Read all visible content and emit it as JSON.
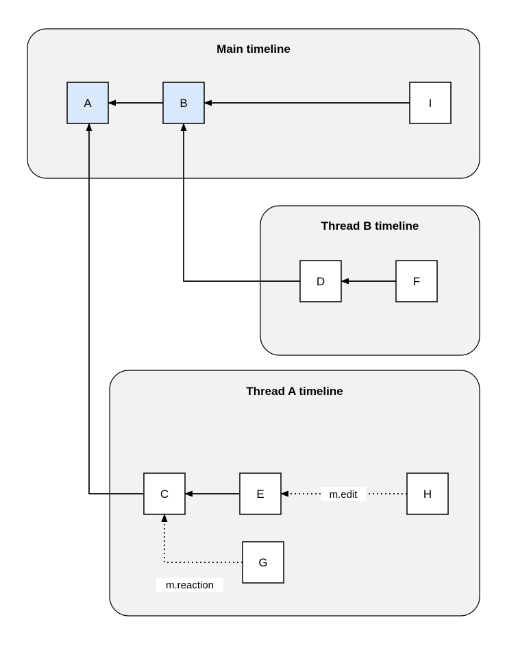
{
  "diagram": {
    "containers": [
      {
        "id": "main-timeline",
        "title": "Main timeline",
        "nodes": [
          "A",
          "B",
          "I"
        ]
      },
      {
        "id": "thread-b-timeline",
        "title": "Thread B timeline",
        "nodes": [
          "D",
          "F"
        ]
      },
      {
        "id": "thread-a-timeline",
        "title": "Thread A timeline",
        "nodes": [
          "C",
          "E",
          "H",
          "G"
        ]
      }
    ],
    "nodes": [
      {
        "id": "A",
        "label": "A",
        "highlighted": true,
        "container": "main-timeline"
      },
      {
        "id": "B",
        "label": "B",
        "highlighted": true,
        "container": "main-timeline"
      },
      {
        "id": "I",
        "label": "I",
        "highlighted": false,
        "container": "main-timeline"
      },
      {
        "id": "D",
        "label": "D",
        "highlighted": false,
        "container": "thread-b-timeline"
      },
      {
        "id": "F",
        "label": "F",
        "highlighted": false,
        "container": "thread-b-timeline"
      },
      {
        "id": "C",
        "label": "C",
        "highlighted": false,
        "container": "thread-a-timeline"
      },
      {
        "id": "E",
        "label": "E",
        "highlighted": false,
        "container": "thread-a-timeline"
      },
      {
        "id": "H",
        "label": "H",
        "highlighted": false,
        "container": "thread-a-timeline"
      },
      {
        "id": "G",
        "label": "G",
        "highlighted": false,
        "container": "thread-a-timeline"
      }
    ],
    "edges": [
      {
        "from": "B",
        "to": "A",
        "style": "solid",
        "label": ""
      },
      {
        "from": "I",
        "to": "B",
        "style": "solid",
        "label": ""
      },
      {
        "from": "F",
        "to": "D",
        "style": "solid",
        "label": ""
      },
      {
        "from": "D",
        "to": "B",
        "style": "solid",
        "label": ""
      },
      {
        "from": "E",
        "to": "C",
        "style": "solid",
        "label": ""
      },
      {
        "from": "H",
        "to": "E",
        "style": "dotted",
        "label": "m.edit"
      },
      {
        "from": "G",
        "to": "C",
        "style": "dotted",
        "label": "m.reaction"
      },
      {
        "from": "C",
        "to": "A",
        "style": "solid",
        "label": ""
      }
    ],
    "colors": {
      "container_fill": "#f2f2f2",
      "highlight_fill": "#dae8fc",
      "node_fill": "#ffffff",
      "stroke": "#000000"
    }
  }
}
